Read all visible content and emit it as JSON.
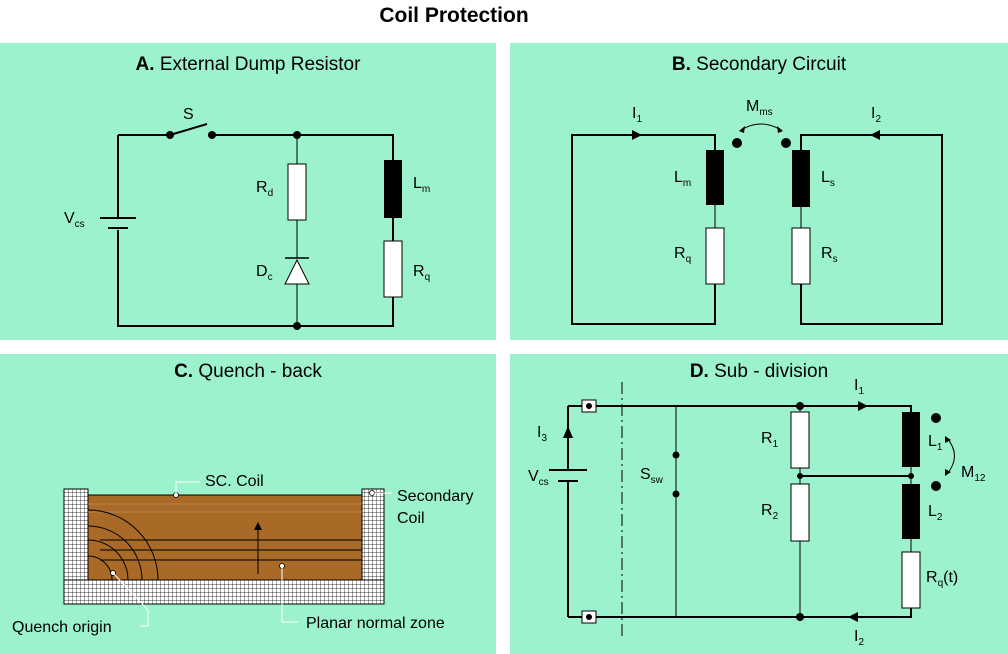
{
  "title": "Coil Protection",
  "panels": {
    "a": {
      "letter": "A.",
      "name": "External Dump Resistor",
      "switch": "S",
      "rd": {
        "main": "R",
        "sub": "d"
      },
      "lm": {
        "main": "L",
        "sub": "m"
      },
      "vcs": {
        "main": "V",
        "sub": "cs"
      },
      "dc": {
        "main": "D",
        "sub": "c"
      },
      "rq": {
        "main": "R",
        "sub": "q"
      }
    },
    "b": {
      "letter": "B.",
      "name": "Secondary Circuit",
      "i1": {
        "main": "I",
        "sub": "1"
      },
      "i2": {
        "main": "I",
        "sub": "2"
      },
      "mms": {
        "main": "M",
        "sub": "ms"
      },
      "lm": {
        "main": "L",
        "sub": "m"
      },
      "ls": {
        "main": "L",
        "sub": "s"
      },
      "rq": {
        "main": "R",
        "sub": "q"
      },
      "rs": {
        "main": "R",
        "sub": "s"
      }
    },
    "c": {
      "letter": "C.",
      "name": "Quench - back",
      "sc_coil": "SC. Coil",
      "secondary_coil_1": "Secondary",
      "secondary_coil_2": "Coil",
      "quench_origin": "Quench origin",
      "planar_zone": "Planar normal zone"
    },
    "d": {
      "letter": "D.",
      "name": "Sub - division",
      "i1": {
        "main": "I",
        "sub": "1"
      },
      "i2": {
        "main": "I",
        "sub": "2"
      },
      "i3": {
        "main": "I",
        "sub": "3"
      },
      "vcs": {
        "main": "V",
        "sub": "cs"
      },
      "ssw": {
        "main": "S",
        "sub": "sw"
      },
      "r1": {
        "main": "R",
        "sub": "1"
      },
      "r2": {
        "main": "R",
        "sub": "2"
      },
      "l1": {
        "main": "L",
        "sub": "1"
      },
      "l2": {
        "main": "L",
        "sub": "2"
      },
      "m12": {
        "main": "M",
        "sub": "12"
      },
      "rqt": {
        "main": "R",
        "sub": "q",
        "suffix": "(t)"
      }
    }
  },
  "colors": {
    "panel_bg": "#9cf2cc",
    "coil": "#a86a26",
    "wire": "#000000"
  }
}
